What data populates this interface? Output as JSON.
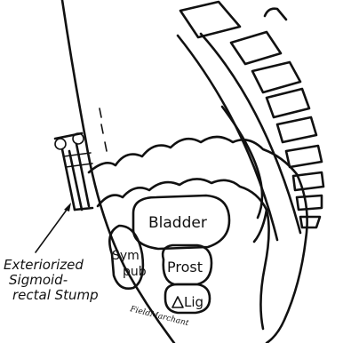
{
  "labels": {
    "bladder": "Bladder",
    "sym": "Sym",
    "pub": "pub",
    "prost": "Prost",
    "lig": "Lig",
    "caption_line1": "Exteriorized",
    "caption_line2": "Sigmoid-",
    "caption_line3": "rectal Stump",
    "signature": "FieldMarchant"
  },
  "colors": {
    "ink": "#111111",
    "paper": "#ffffff"
  }
}
